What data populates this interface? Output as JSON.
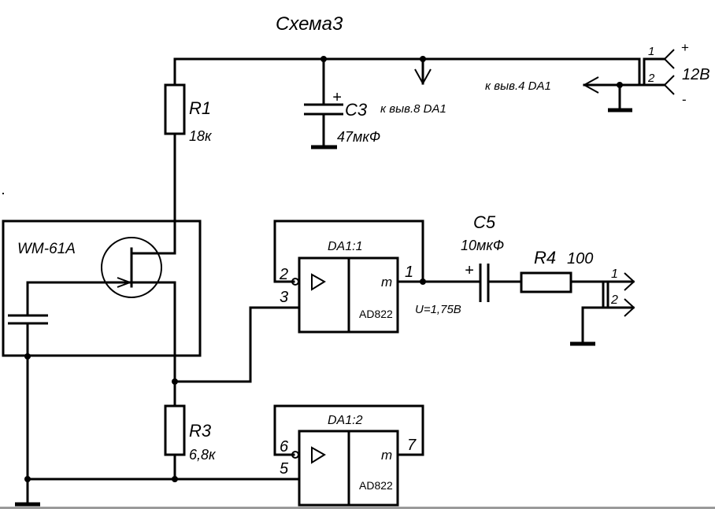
{
  "title": "Схема3",
  "power": {
    "connector": {
      "pin1": "1",
      "pin2": "2",
      "plus": "+",
      "minus": "-",
      "voltage": "12В"
    },
    "to_pin4": "к выв.4 DA1",
    "to_pin8": "к выв.8 DA1"
  },
  "components": {
    "R1": {
      "ref": "R1",
      "value": "18к"
    },
    "C3": {
      "ref": "C3",
      "value": "47мкФ",
      "polarity": "+"
    },
    "mic": {
      "ref": "WM-61A"
    },
    "R3": {
      "ref": "R3",
      "value": "6,8к"
    },
    "C5": {
      "ref": "C5",
      "value": "10мкФ",
      "polarity": "+"
    },
    "R4": {
      "ref": "R4",
      "value": "100"
    },
    "DA1_1": {
      "ref": "DA1:1",
      "part": "AD822",
      "func": "m",
      "symbol": "▷",
      "pin_inv": "2",
      "pin_noninv": "3",
      "pin_out": "1"
    },
    "DA1_2": {
      "ref": "DA1:2",
      "part": "AD822",
      "func": "m",
      "symbol": "▷",
      "pin_inv": "6",
      "pin_noninv": "5",
      "pin_out": "7"
    }
  },
  "output": {
    "voltage_note": "U=1,75В",
    "connector": {
      "pin1": "1",
      "pin2": "2"
    }
  }
}
